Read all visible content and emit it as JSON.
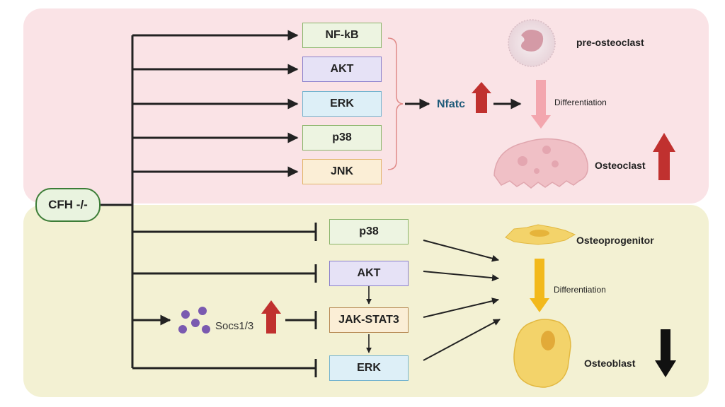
{
  "colors": {
    "top_panel": "#fae3e6",
    "bottom_panel": "#f3f1d3",
    "up_arrow": "#c0312f",
    "down_arrow": "#111111",
    "nfatc": "#1f5b7a",
    "pink_arrow": "#f3a6ae",
    "yellow_arrow": "#f2b91c"
  },
  "nodes": {
    "cfh": "CFH -/-",
    "osteoclast_pathways": [
      "NF-kB",
      "AKT",
      "ERK",
      "p38",
      "JNK"
    ],
    "nfatc": "Nfatc",
    "pre_osteoclast": "pre-osteoclast",
    "osteoclast_differentiation": "Differentiation",
    "osteoclast": "Osteoclast",
    "osteoblast_pathways": [
      "p38",
      "AKT",
      "JAK-STAT3",
      "ERK"
    ],
    "socs": "Socs1/3",
    "osteoprogenitor": "Osteoprogenitor",
    "osteoblast_differentiation": "Differentiation",
    "osteoblast": "Osteoblast"
  },
  "icons": [
    "pre-osteoclast-cell",
    "osteoclast-cell",
    "osteoprogenitor-cell",
    "osteoblast-cell",
    "socs-molecule-cluster",
    "up-arrow",
    "down-arrow"
  ],
  "effects": {
    "nfatc": "up",
    "osteoclast": "up",
    "socs": "up",
    "osteoblast": "down"
  }
}
